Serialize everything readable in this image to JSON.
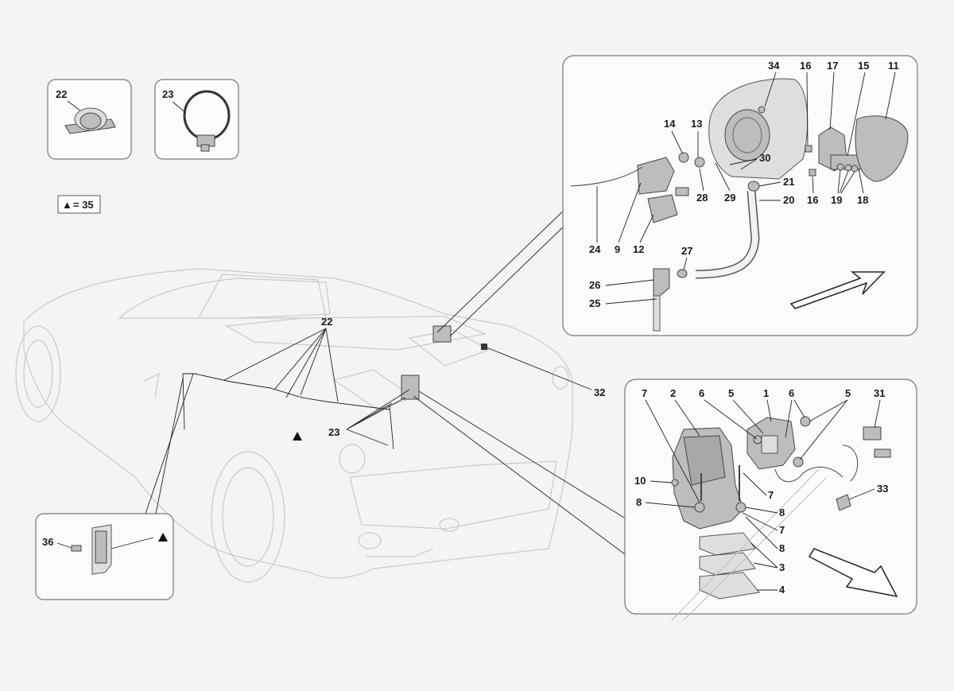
{
  "legend": {
    "symbol": "▲",
    "text": "= 35"
  },
  "labels": {
    "inset_clip_22": "22",
    "inset_clip_23": "23",
    "car_22": "22",
    "car_23": "23",
    "car_32": "32",
    "bl_36": "36",
    "tr_34": "34",
    "tr_16a": "16",
    "tr_17": "17",
    "tr_15": "15",
    "tr_11": "11",
    "tr_14": "14",
    "tr_13": "13",
    "tr_30": "30",
    "tr_21": "21",
    "tr_20": "20",
    "tr_28": "28",
    "tr_29": "29",
    "tr_16b": "16",
    "tr_19": "19",
    "tr_18": "18",
    "tr_24": "24",
    "tr_9": "9",
    "tr_12": "12",
    "tr_27": "27",
    "tr_26": "26",
    "tr_25": "25",
    "br_7a": "7",
    "br_2": "2",
    "br_6a": "6",
    "br_5a": "5",
    "br_1": "1",
    "br_6b": "6",
    "br_5b": "5",
    "br_31": "31",
    "br_10": "10",
    "br_7b": "7",
    "br_8a": "8",
    "br_8b": "8",
    "br_7c": "7",
    "br_8c": "8",
    "br_3": "3",
    "br_4": "4",
    "br_33": "33"
  },
  "icons": {
    "marker": "triangle-marker-icon",
    "arrow_top": "direction-arrow-icon",
    "arrow_bottom": "direction-arrow-icon"
  },
  "colors": {
    "line": "#222222",
    "car_outline": "#c9c9c9",
    "panel_border": "#777777",
    "part_fill": "#bdbdbd"
  }
}
